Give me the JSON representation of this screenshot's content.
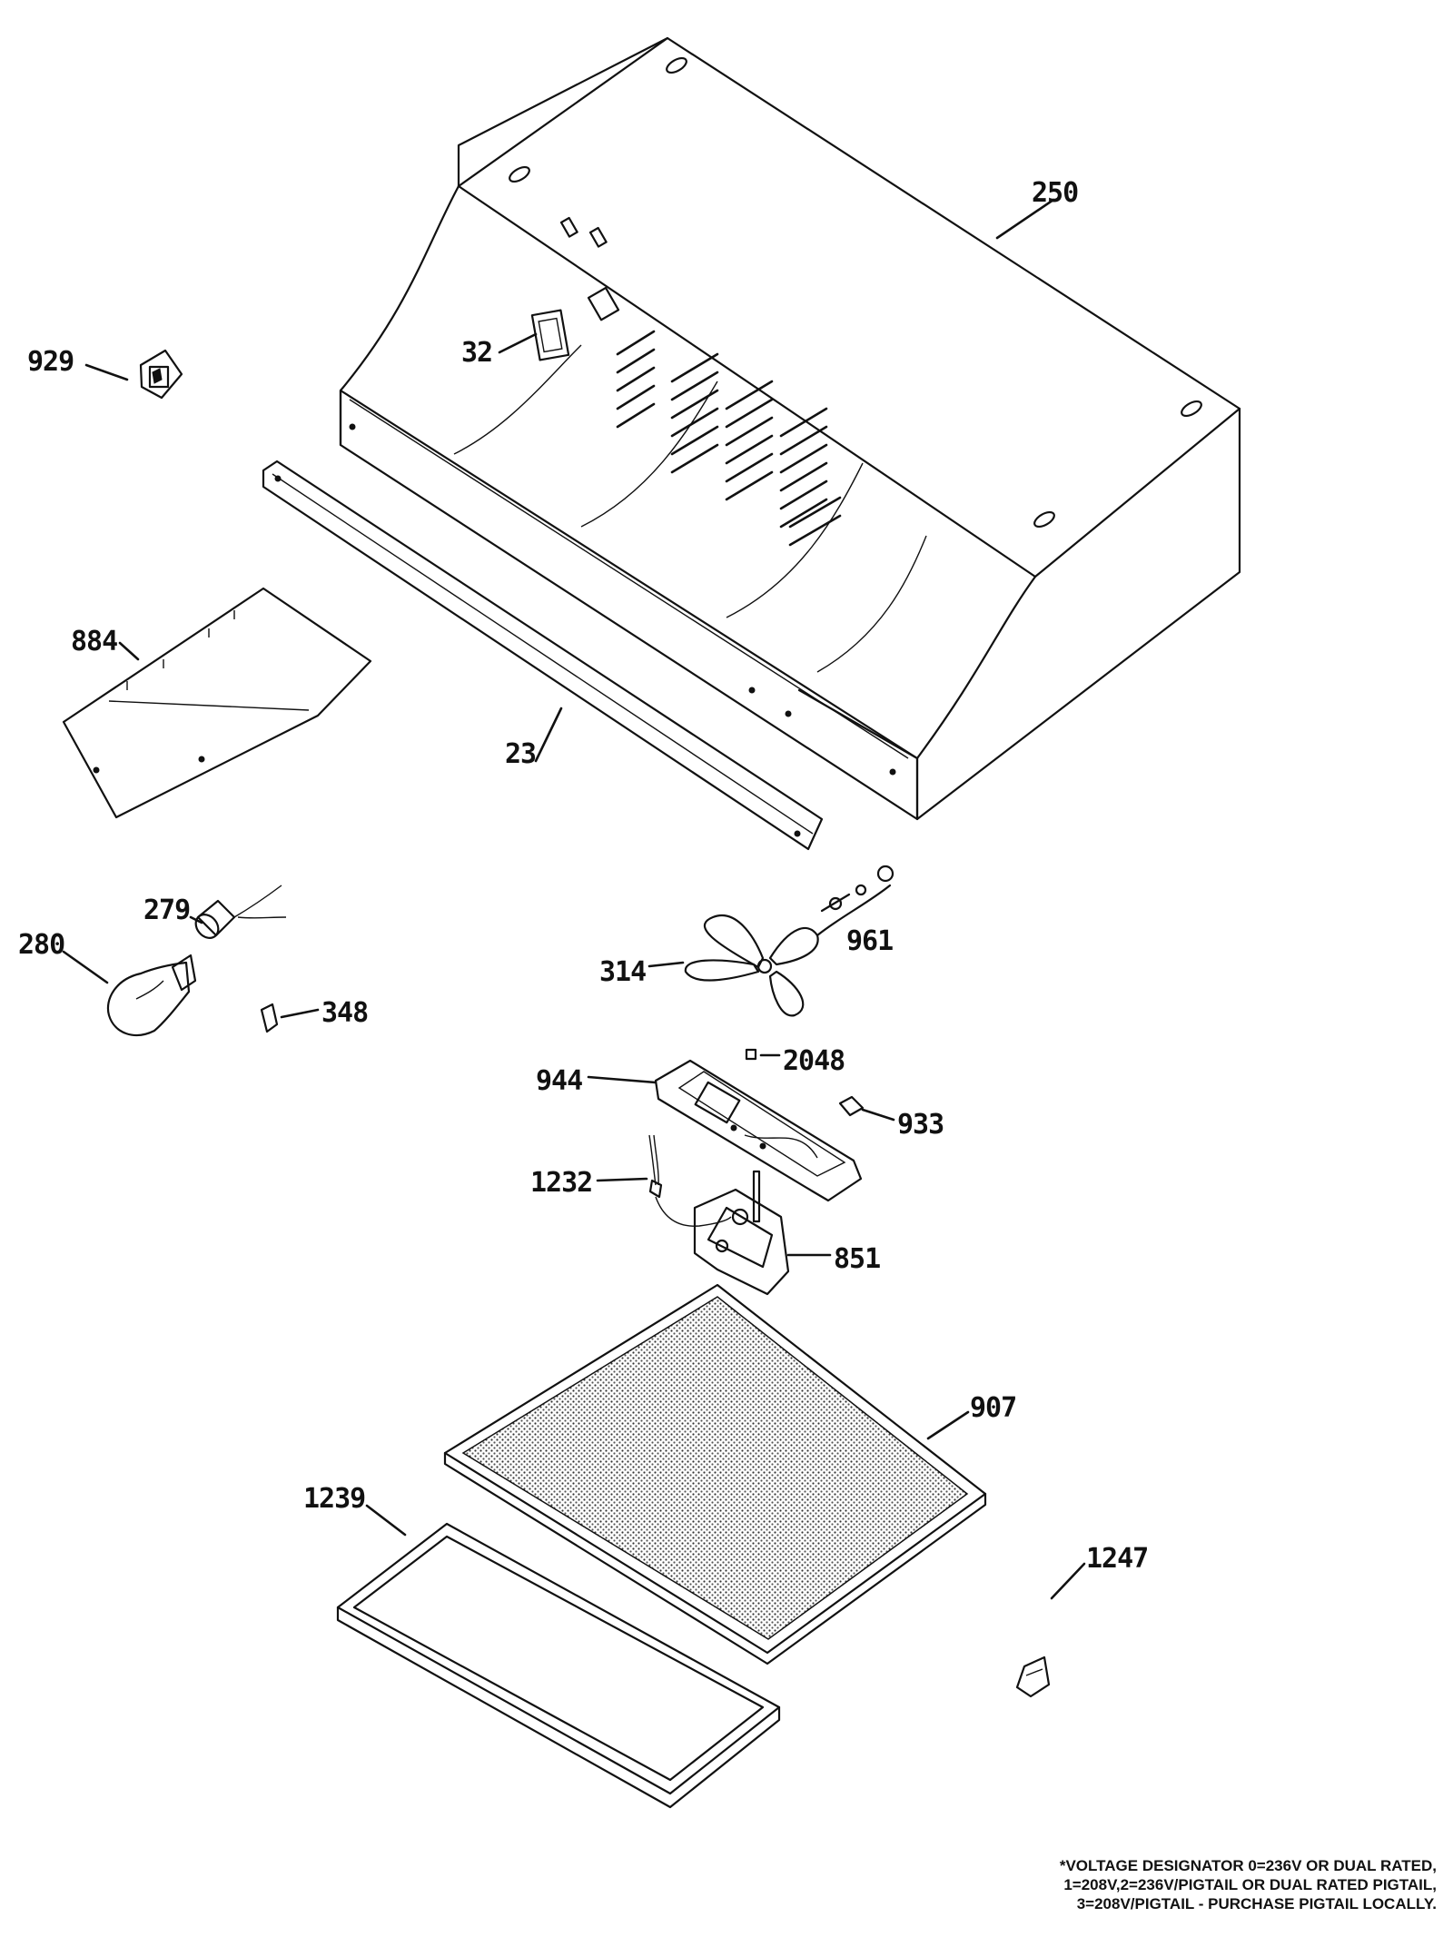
{
  "callouts": {
    "p250": "250",
    "p929": "929",
    "p32": "32",
    "p884": "884",
    "p23": "23",
    "p279": "279",
    "p280": "280",
    "p348": "348",
    "p961": "961",
    "p314": "314",
    "p2048": "2048",
    "p944": "944",
    "p933": "933",
    "p1232": "1232",
    "p851": "851",
    "p907": "907",
    "p1239": "1239",
    "p1247": "1247"
  },
  "note": {
    "line1": "*VOLTAGE DESIGNATOR 0=236V OR DUAL RATED,",
    "line2": "1=208V,2=236V/PIGTAIL OR DUAL RATED PIGTAIL,",
    "line3": "3=208V/PIGTAIL - PURCHASE PIGTAIL LOCALLY."
  }
}
